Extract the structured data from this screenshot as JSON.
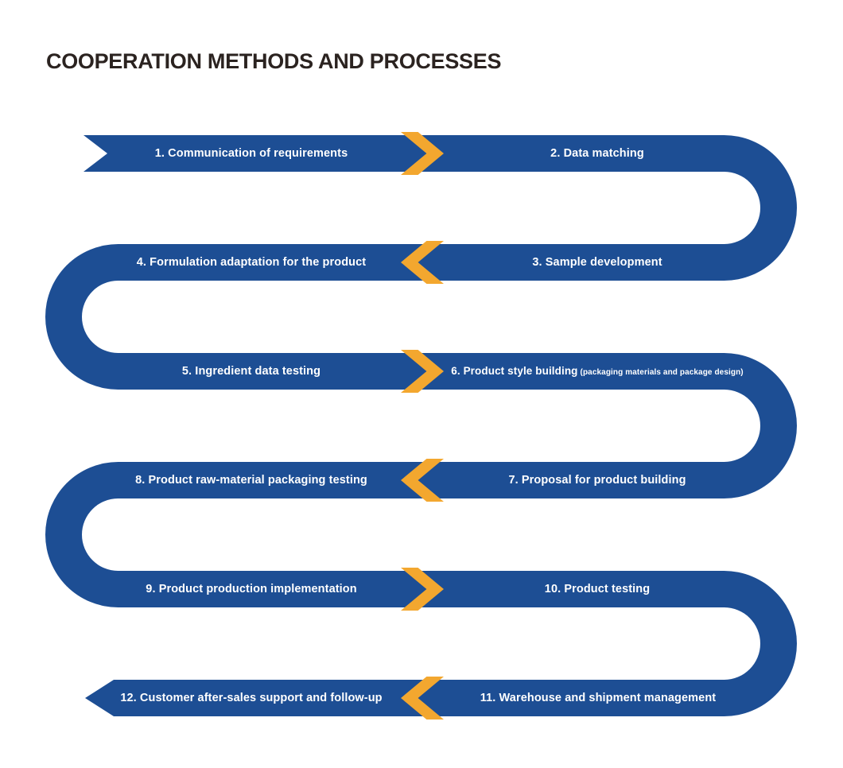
{
  "title": "COOPERATION METHODS AND PROCESSES",
  "colors": {
    "band": "#1d4e94",
    "arrow": "#f3a72f",
    "title_text": "#2b2320",
    "label_text": "#ffffff"
  },
  "rows": [
    {
      "flow": "right",
      "arrow_icon": "chevron-right",
      "left_label": "1. Communication of requirements",
      "right_label": "2. Data matching"
    },
    {
      "flow": "left",
      "arrow_icon": "chevron-left",
      "left_label": "4. Formulation adaptation for the product",
      "right_label": "3. Sample development"
    },
    {
      "flow": "right",
      "arrow_icon": "chevron-right",
      "left_label": "5. Ingredient data testing",
      "right_label": "6. Product style building",
      "right_label_note": "(packaging materials and package design)"
    },
    {
      "flow": "left",
      "arrow_icon": "chevron-left",
      "left_label": "8. Product raw-material packaging testing",
      "right_label": "7. Proposal for product  building"
    },
    {
      "flow": "right",
      "arrow_icon": "chevron-right",
      "left_label": "9. Product production implementation",
      "right_label": "10. Product testing"
    },
    {
      "flow": "left",
      "arrow_icon": "chevron-left",
      "left_label": "12. Customer after-sales support and follow-up",
      "right_label": "11. Warehouse and shipment management"
    }
  ]
}
